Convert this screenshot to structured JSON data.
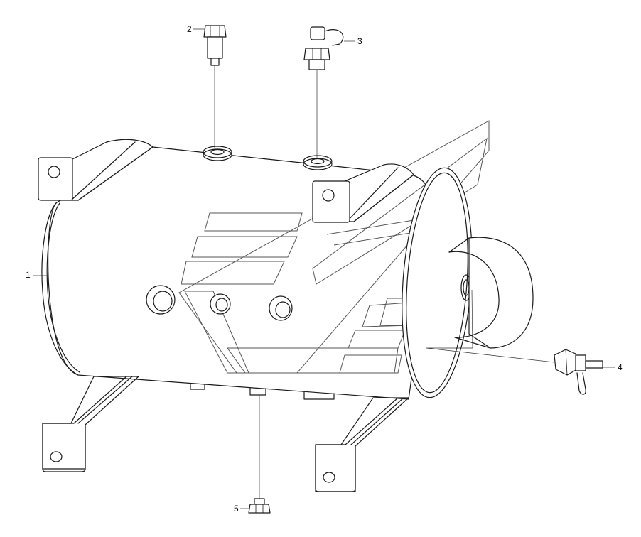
{
  "callouts": [
    {
      "id": "part-1",
      "label": "1"
    },
    {
      "id": "part-2",
      "label": "2"
    },
    {
      "id": "part-3",
      "label": "3"
    },
    {
      "id": "part-4",
      "label": "4"
    },
    {
      "id": "part-5",
      "label": "5"
    }
  ],
  "icons": {
    "tank": "air-tank-icon",
    "fitting_top": "connector-fitting-icon",
    "drain_valve": "drain-valve-icon",
    "side_valve": "side-valve-icon",
    "drain_plug": "drain-plug-icon",
    "watermark": "watermark-logo-icon"
  },
  "colors": {
    "line": "#1a1a1a",
    "background": "#ffffff",
    "watermark": "#555555"
  }
}
